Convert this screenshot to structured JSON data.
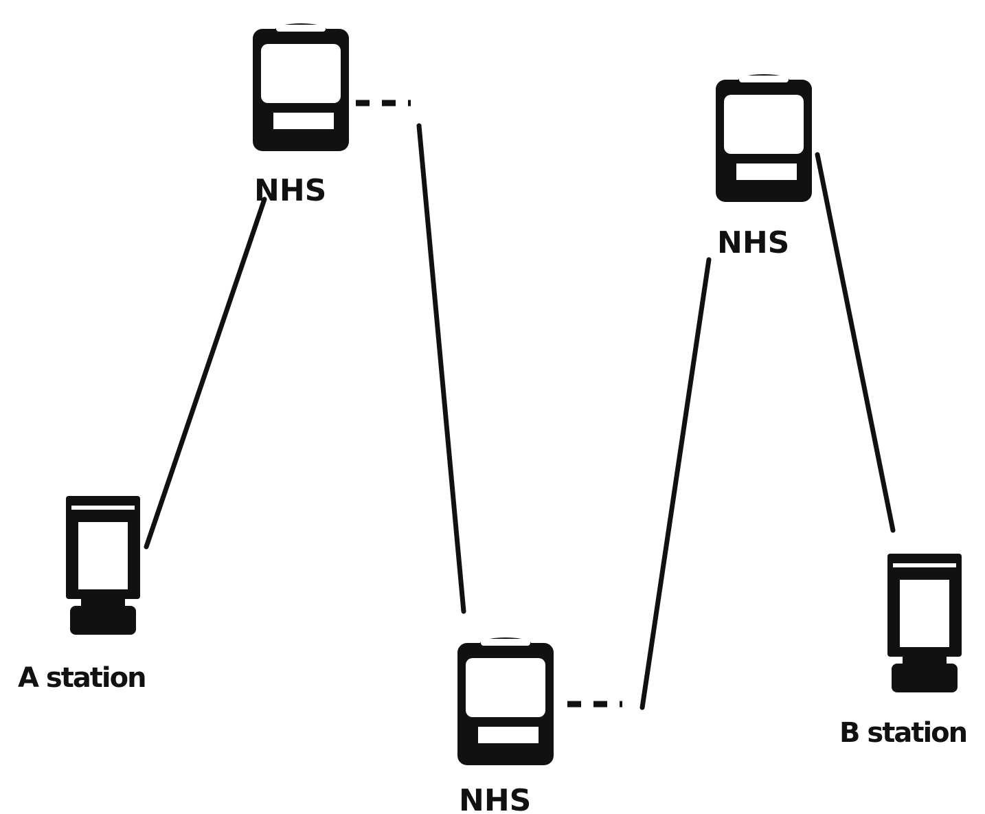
{
  "nodes": {
    "nhs_top_left": {
      "label": "NHS",
      "icon": "server-icon"
    },
    "nhs_top_right": {
      "label": "NHS",
      "icon": "server-icon"
    },
    "nhs_bottom": {
      "label": "NHS",
      "icon": "server-icon"
    },
    "station_a": {
      "label": "A station",
      "icon": "computer-icon"
    },
    "station_b": {
      "label": "B station",
      "icon": "computer-icon"
    }
  },
  "links": [
    {
      "from": "station_a",
      "to": "nhs_top_left",
      "style": "solid"
    },
    {
      "from": "nhs_top_left",
      "to": "nhs_bottom",
      "style": "dashed-then-solid"
    },
    {
      "from": "nhs_bottom",
      "to": "nhs_top_right",
      "style": "dashed-then-solid"
    },
    {
      "from": "nhs_top_right",
      "to": "station_b",
      "style": "solid"
    }
  ]
}
